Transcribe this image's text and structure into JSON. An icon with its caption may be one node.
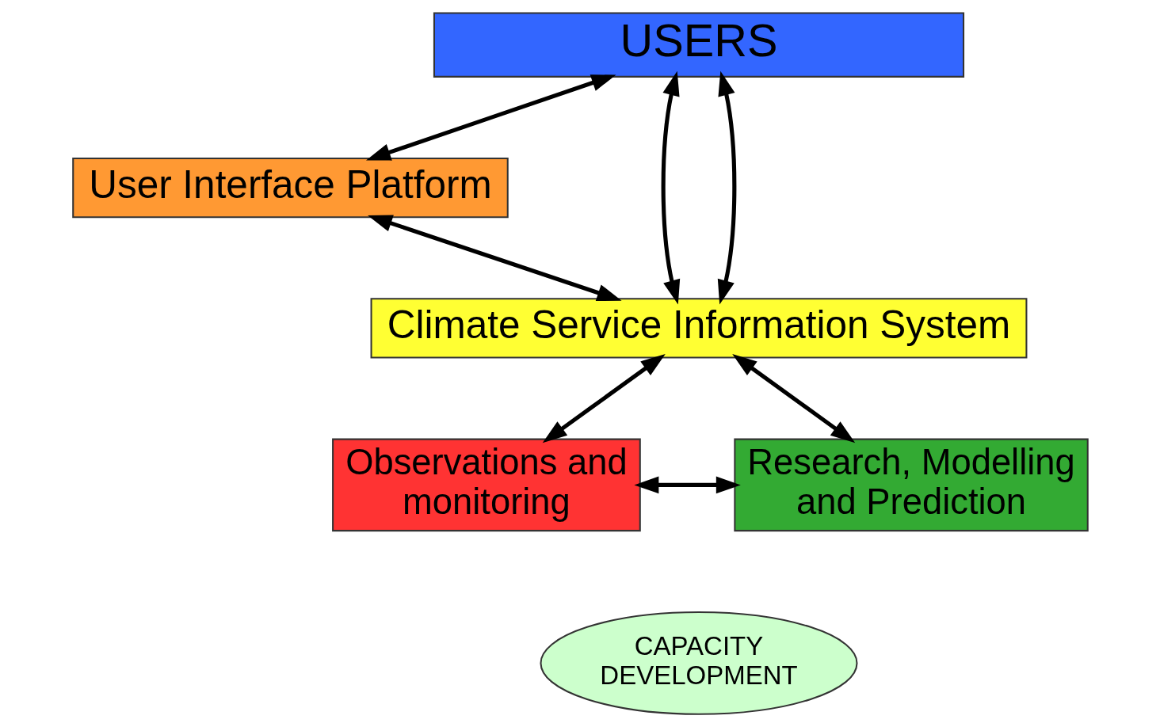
{
  "diagram": {
    "nodes": [
      {
        "text": [
          "USERS"
        ]
      },
      {
        "text": [
          "User Interface Platform"
        ]
      },
      {
        "text": [
          "Climate Service Information System"
        ]
      },
      {
        "text": [
          "Observations and monitoring"
        ]
      },
      {
        "text": [
          "Research, Modelling and Prediction"
        ]
      },
      {
        "text": [
          "CAPACITY DEVELOPMENT"
        ]
      }
    ],
    "edges": [
      {
        "from": 0,
        "to": 1,
        "arrow": "both"
      },
      {
        "from": 0,
        "to": 2,
        "arrow": "both"
      },
      {
        "from": 0,
        "to": 2,
        "arrow": "both"
      },
      {
        "from": 1,
        "to": 2,
        "arrow": "both"
      },
      {
        "from": 2,
        "to": 3,
        "arrow": "both"
      },
      {
        "from": 2,
        "to": 4,
        "arrow": "both"
      },
      {
        "from": 3,
        "to": 4,
        "arrow": "both"
      }
    ]
  }
}
